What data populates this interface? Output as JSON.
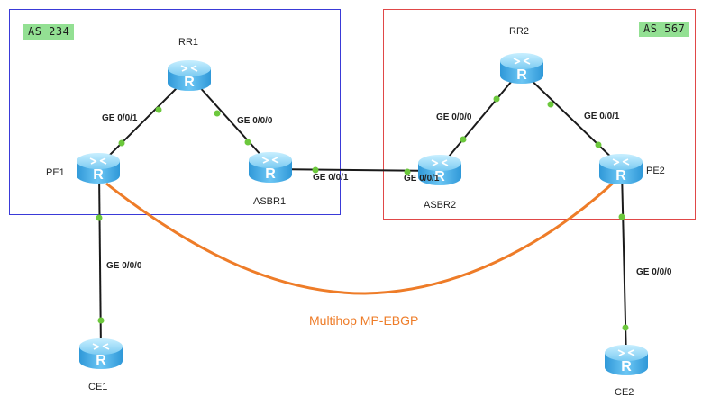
{
  "areas": {
    "as234": {
      "label": "AS 234",
      "border_color": "#3a3ad8"
    },
    "as567": {
      "label": "AS 567",
      "border_color": "#e04848"
    }
  },
  "devices": {
    "rr1": "RR1",
    "pe1": "PE1",
    "asbr1": "ASBR1",
    "ce1": "CE1",
    "rr2": "RR2",
    "pe2": "PE2",
    "asbr2": "ASBR2",
    "ce2": "CE2"
  },
  "router_icon_letter": "R",
  "interfaces": {
    "pe1_rr1": "GE 0/0/1",
    "rr1_asbr1": "GE 0/0/0",
    "asbr1_asbr2": "GE 0/0/1",
    "asbr2_near": "GE 0/0/1",
    "pe1_ce1": "GE 0/0/0",
    "asbr2_rr2": "GE 0/0/0",
    "rr2_pe2": "GE 0/0/1",
    "pe2_ce2": "GE 0/0/0"
  },
  "session": {
    "label": "Multihop MP-EBGP",
    "color": "#ee7c28"
  },
  "colors": {
    "router_top": "#8fd8f8",
    "router_body": "#3fa9e6",
    "port_dot": "#6cc83c",
    "link": "#1a1a1a"
  },
  "icons": {
    "router": "router-icon",
    "port": "port-dot"
  }
}
